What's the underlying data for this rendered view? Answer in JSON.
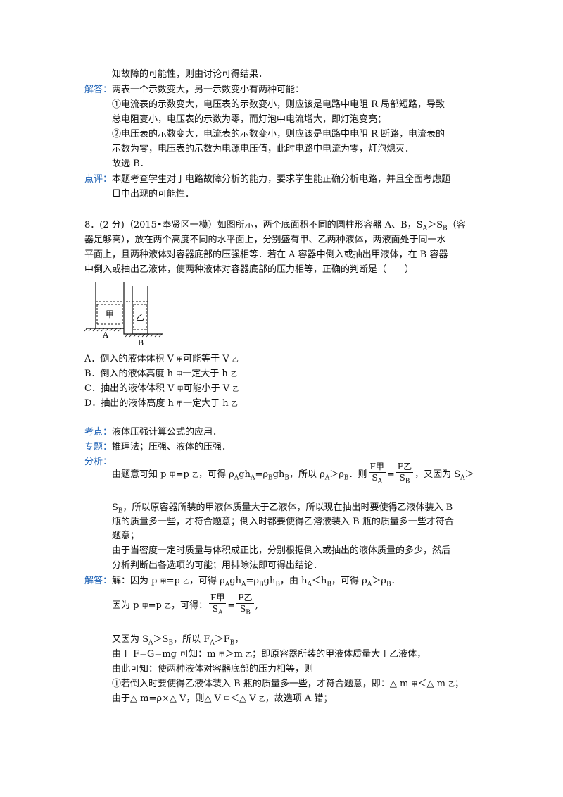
{
  "prev": {
    "l0": "知故障的可能性，则由讨论可得结果．",
    "answer_label": "解答：",
    "a1": "两表一个示数变大，另一示数变小有两种可能：",
    "a2": "①电流表的示数变大，电压表的示数变小，则应该是电路中电阻 R 局部短路，导致",
    "a3": "总电阻变小，电压表的示数为零，而灯泡中电流增大，即灯泡变亮；",
    "a4": "②电压表的示数变大，电流表的示数变小，则应该是电路中电阻 R 断路，电流表的",
    "a5": "示数为零，电压表的示数为电源电压值，此时电路中电流为零，灯泡熄灭．",
    "a6": "故选 B．",
    "review_label": "点评：",
    "r1": "本题考查学生对于电路故障分析的能力，要求学生能正确分析电路，并且全面考虑题",
    "r2": "目中出现的可能性．"
  },
  "q8": {
    "l1a": "8．(2 分)（2015•奉贤区一模）如图所示，两个底面积不同的圆柱形容器 A、B，S",
    "l1b": "＞S",
    "l1c": "（容",
    "l2": "器足够高），放在两个高度不同的水平面上，分别盛有甲、乙两种液体，两液面处于同一水",
    "l3": "平面上，且两种液体对容器底部的压强相等．若在 A 容器中倒入或抽出甲液体，在 B 容器",
    "l4": "中倒入或抽出乙液体，使两种液体对容器底部的压力相等，正确的判断是（　　）",
    "fig": {
      "jia": "甲",
      "yi": "乙",
      "a": "A",
      "b": "B"
    },
    "options": [
      {
        "prefix": "A．倒入的液体体积 V ",
        "sub": "甲",
        "mid": "可能等于 V ",
        "sub2": "乙"
      },
      {
        "prefix": "B．倒入的液体高度 h ",
        "sub": "甲",
        "mid": "一定大于 h ",
        "sub2": "乙"
      },
      {
        "prefix": "C．抽出的液体体积 V ",
        "sub": "甲",
        "mid": "可能小于 V ",
        "sub2": "乙"
      },
      {
        "prefix": "D．抽出的液体高度 h ",
        "sub": "甲",
        "mid": "一定大于 h ",
        "sub2": "乙"
      }
    ]
  },
  "analysis": {
    "kd_label": "考点：",
    "kd": "液体压强计算公式的应用．",
    "zt_label": "专题：",
    "zt": "推理法；压强、液体的压强．",
    "fx_label": "分析：",
    "f1a": "由题意可知 p ",
    "f1b": "=p ",
    "f1c": "，可得 ρ",
    "f1d": "gh",
    "f1e": "=ρ",
    "f1f": "gh",
    "f1g": "，所以 ρ",
    "f1h": "＞ρ",
    "f1i": "．则",
    "f1j": "，又因为 S",
    "f1k": "＞",
    "frac_num_a": "F甲",
    "frac_den_a": "S",
    "frac_num_b": "F乙",
    "frac_den_b": "S",
    "f2": "，所以原容器所装的甲液体质量大于乙液体，所以现在抽出时要使得乙液体装入 B",
    "f3": "瓶的质量多一些，才符合题意；倒入时都要使得乙溶液装入 B 瓶的质量多一些才符合",
    "f4": "题意；",
    "f5": "由于当密度一定时质量与体积成正比，分别根据倒入或抽出的液体质量的多少，然后",
    "f6": "分析判断出各选项的可能；用排除法即可得出结论．"
  },
  "solution": {
    "label": "解答：",
    "s1a": "解：因为 p ",
    "s1b": "=p ",
    "s1c": "，可得 ρ",
    "s1d": "gh",
    "s1e": "=ρ",
    "s1f": "gh",
    "s1g": "，由 h",
    "s1h": "＜h",
    "s1i": "，可得 ρ",
    "s1j": "＞ρ",
    "s1k": "．",
    "s2a": "因为 p ",
    "s2b": "=p ",
    "s2c": "，可得：",
    "s3a": "又因为 S",
    "s3b": "＞S",
    "s3c": "，所以 F",
    "s3d": "＞F",
    "s3e": "，",
    "s4a": "由于 F=G=mg 可知：m ",
    "s4b": "＞m ",
    "s4c": "；即原容器所装的甲液体质量大于乙液体，",
    "s5": "由此可知：使两种液体对容器底部的压力相等，则",
    "s6a": "①若倒入时要使得乙液体装入 B 瓶的质量多一些，才符合题意，即：△ m ",
    "s6b": "＜△ m ",
    "s6c": "；",
    "s7a": "由于△ m=ρ×△ V，则△ V ",
    "s7b": "＜△ V ",
    "s7c": "，故选项 A 错；"
  },
  "sym": {
    "jia": "甲",
    "yi": "乙",
    "A": "A",
    "B": "B",
    "comma": ","
  }
}
